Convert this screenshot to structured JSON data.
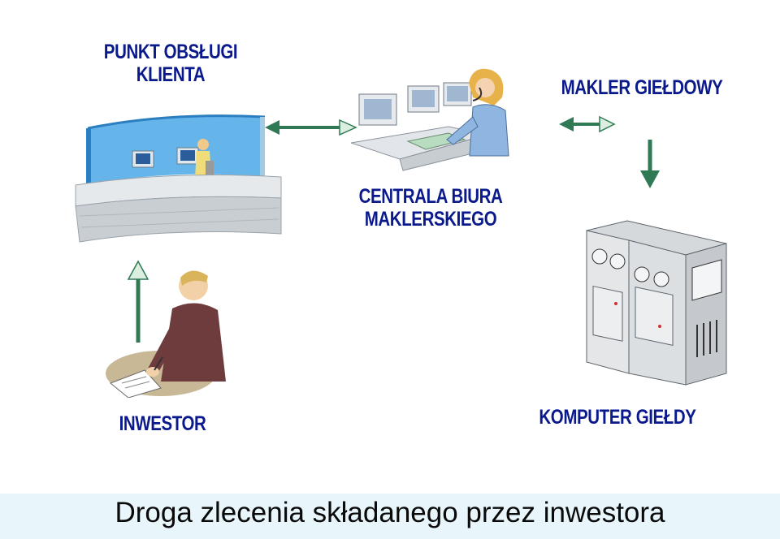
{
  "nodes": {
    "punkt_obslugi_klienta": {
      "line1": "PUNKT OBSŁUGI",
      "line2": "KLIENTA"
    },
    "centrala_biura_maklerskiego": {
      "line1": "CENTRALA BIURA",
      "line2": "MAKLERSKIEGO"
    },
    "makler_gieldowy": {
      "label": "MAKLER GIEŁDOWY"
    },
    "komputer_gieldy": {
      "label": "KOMPUTER GIEŁDY"
    },
    "inwestor": {
      "label": "INWESTOR"
    }
  },
  "caption": "Droga zlecenia składanego przez inwestora",
  "colors": {
    "label_text": "#0a1a8c",
    "arrow": "#2f7a55",
    "caption_bar": "#e8f6fb"
  },
  "icons": [
    "service-desk-illustration",
    "broker-operator-illustration",
    "investor-writing-illustration",
    "exchange-computer-illustration"
  ]
}
